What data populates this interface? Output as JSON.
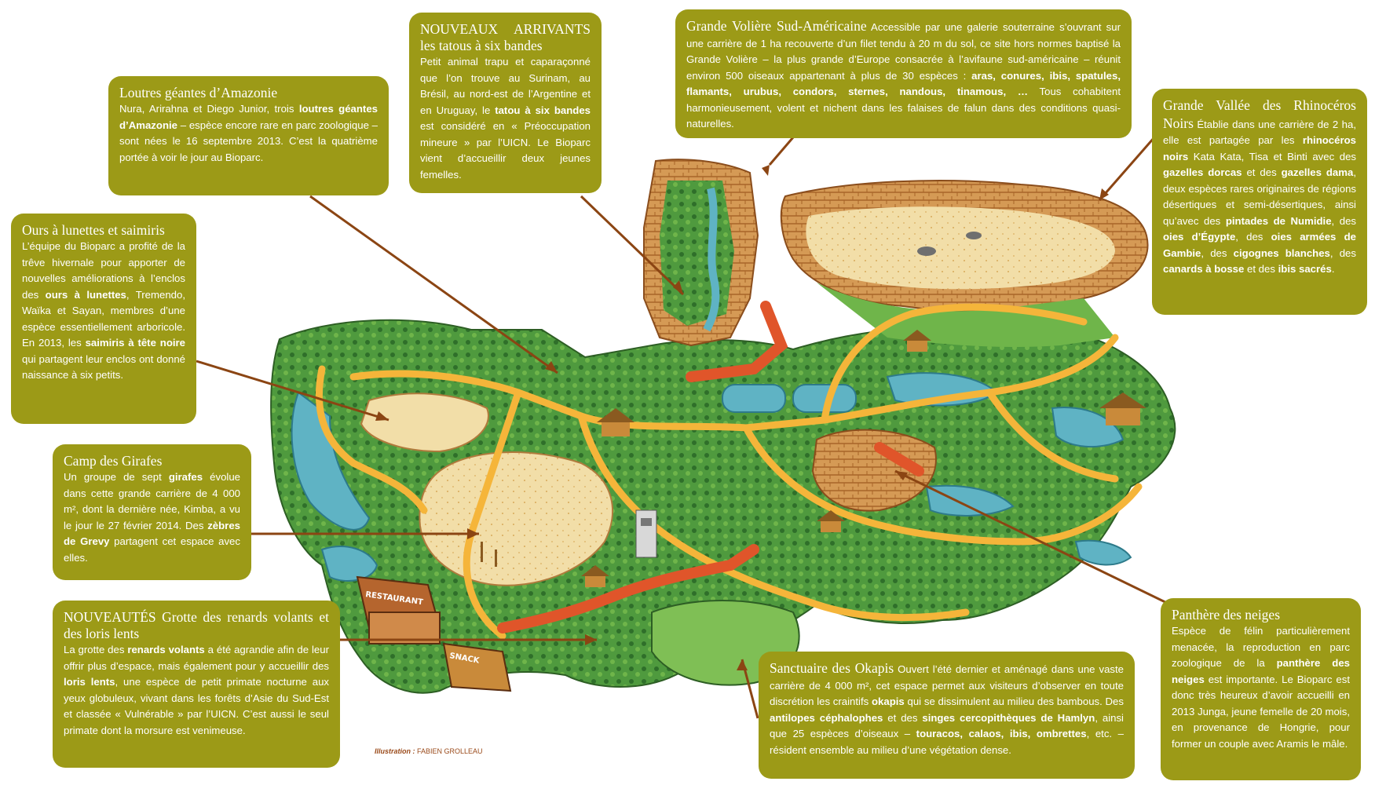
{
  "colors": {
    "box_bg": "#9c9a17",
    "leader": "#8b4513",
    "path_yellow": "#f5b53a",
    "path_orange": "#e0552a",
    "water": "#5fb3c4",
    "vegetation": "#3f8a3c",
    "sand": "#f0dca4",
    "rock": "#c27a3e"
  },
  "callouts": {
    "loutres": {
      "title": "Loutres géantes d’Amazonie",
      "body_html": "Nura, Arirahna et Diego Junior, trois <b>loutres géantes d’Amazonie</b> – espèce encore rare en parc zoologique – sont nées le 16 septembre 2013. C’est la quatrième portée à voir le jour au Bioparc."
    },
    "ours": {
      "title": "Ours à lunettes et saimiris",
      "body_html": "L’équipe du Bioparc a profité de la trêve hivernale pour apporter de nouvelles améliorations à l’enclos des <b>ours à lunettes</b>, Tremendo, Waïka et Sayan, membres d’une espèce essentiellement arboricole. En 2013, les <b>saimiris à tête noire</b> qui partagent leur enclos ont donné naissance à six petits."
    },
    "tatous": {
      "title": "NOUVEAUX ARRIVANTS les tatous à six bandes",
      "body_html": "Petit animal trapu et caparaçonné que l’on trouve au Surinam, au Brésil, au nord-est de l’Argentine et en Uruguay, le <b>tatou à six bandes</b> est considéré en « Préoccupation mineure » par l’UICN. Le Bioparc vient d’accueillir deux jeunes femelles."
    },
    "voliere": {
      "title": "Grande Volière Sud-Américaine",
      "body_html": "Accessible par une galerie souterraine s’ouvrant sur une carrière de 1 ha recouverte d’un filet tendu à 20 m du sol, ce site hors normes baptisé la Grande Volière – la plus grande d’Europe consacrée à l’avifaune sud-américaine – réunit environ 500 oiseaux appartenant à plus de 30 espèces : <b>aras, conures, ibis, spatules, flamants, urubus, condors, sternes, nandous, tinamous, …</b> Tous cohabitent harmonieusement, volent et nichent dans les falaises de falun dans des conditions quasi-naturelles."
    },
    "rhino": {
      "title": "Grande Vallée des Rhinocéros Noirs",
      "body_html": "Établie dans une carrière de 2 ha, elle est partagée par les <b>rhinocéros noirs</b> Kata Kata, Tisa et Binti avec des <b>gazelles dorcas</b> et des <b>gazelles dama</b>, deux espèces rares originaires de régions désertiques et semi-désertiques, ainsi qu’avec des <b>pintades de Numidie</b>, des <b>oies d’Égypte</b>, des <b>oies armées de Gambie</b>, des <b>cigognes blanches</b>, des <b>canards à bosse</b> et des <b>ibis sacrés</b>."
    },
    "girafes": {
      "title": "Camp des Girafes",
      "body_html": "Un groupe de sept <b>girafes</b> évolue dans cette grande carrière de 4 000 m², dont la dernière née, Kimba, a vu le jour le 27 février 2014. Des <b>zèbres de Grevy</b> partagent cet espace avec elles."
    },
    "grotte": {
      "title": "NOUVEAUTÉS Grotte des renards volants et des loris lents",
      "body_html": "La grotte des <b>renards volants</b> a été agrandie afin de leur offrir plus d’espace, mais également pour y accueillir des <b>loris lents</b>, une espèce de petit primate nocturne aux yeux globuleux, vivant dans les forêts d’Asie du Sud-Est et classée « Vulnérable » par l’UICN. C’est aussi le seul primate dont la morsure est venimeuse."
    },
    "okapis": {
      "title": "Sanctuaire des Okapis",
      "body_html": "Ouvert l’été dernier et aménagé dans une vaste carrière de 4 000 m², cet espace permet aux visiteurs d’observer en toute discrétion les craintifs <b>okapis</b> qui se dissimulent au milieu des bambous. Des <b>antilopes céphalophes</b> et des <b>singes cercopithèques de Hamlyn</b>, ainsi que 25 espèces d’oiseaux – <b>touracos, calaos, ibis, ombrettes</b>, etc. – résident ensemble au milieu d’une végétation dense."
    },
    "panthere": {
      "title": "Panthère des neiges",
      "body_html": "Espèce de félin particulièrement menacée, la reproduction en parc zoologique de la <b>panthère des neiges</b> est importante. Le Bioparc est donc très heureux d’avoir accueilli en 2013 Junga, jeune femelle de 20 mois, en provenance de Hongrie, pour former un couple avec Aramis le mâle."
    }
  },
  "map_labels": {
    "restaurant": "RESTAURANT",
    "snack": "SNACK"
  },
  "credit": {
    "label": "Illustration :",
    "name": "FABIEN GROLLEAU"
  }
}
